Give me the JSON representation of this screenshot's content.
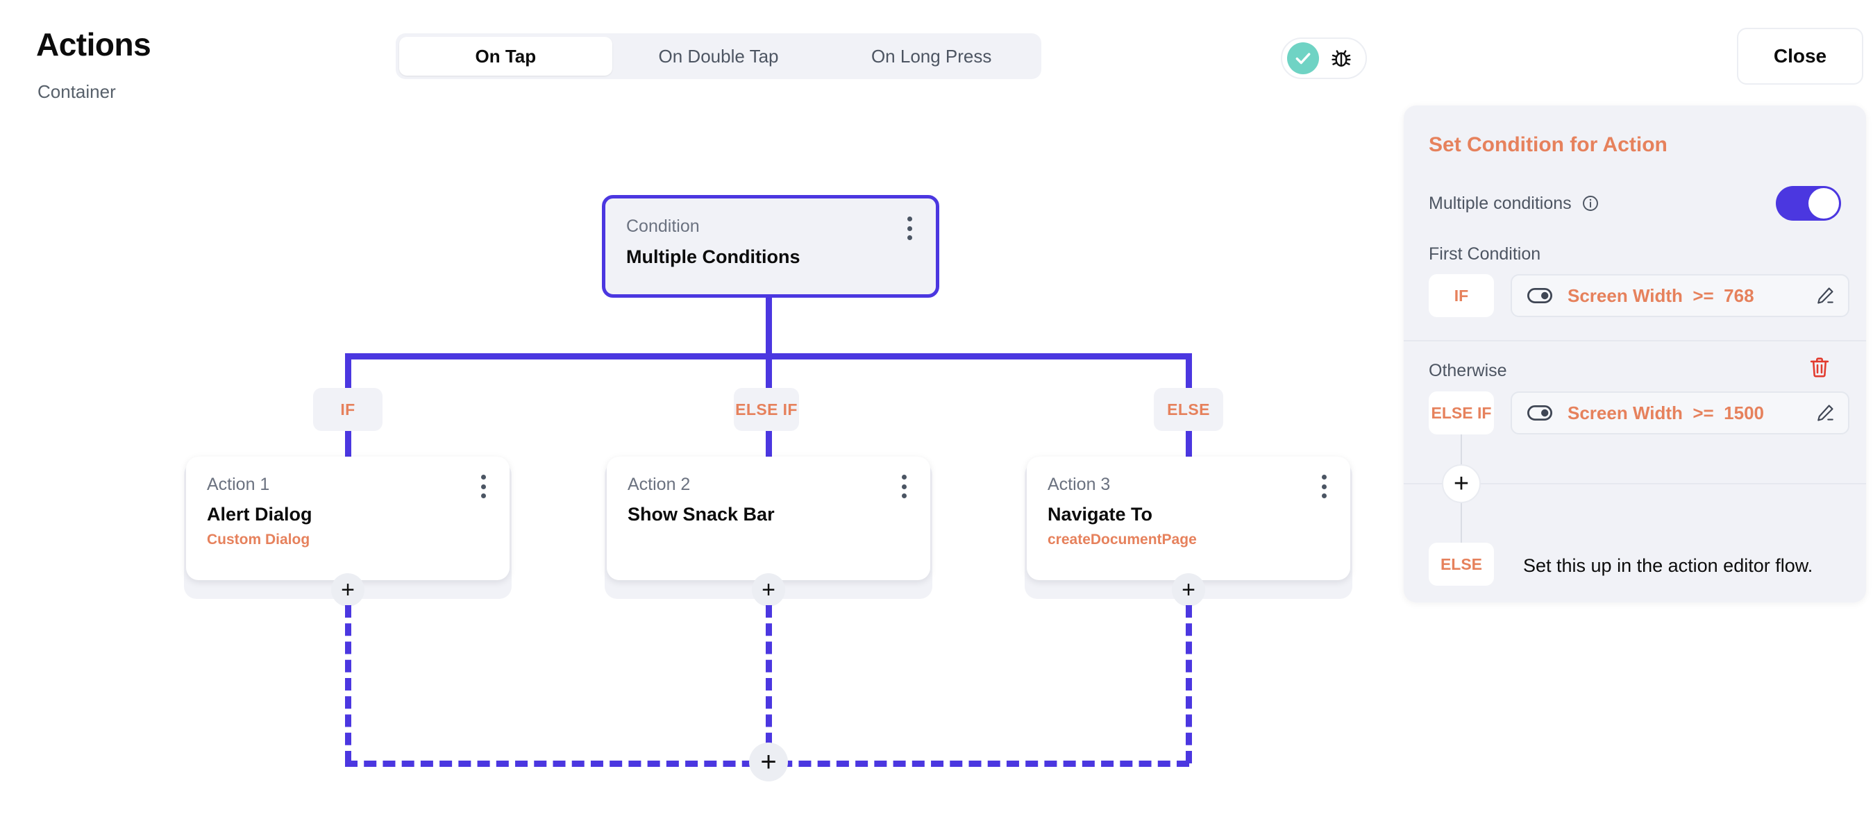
{
  "header": {
    "title": "Actions",
    "subtitle": "Container",
    "close_label": "Close",
    "status_check_icon": "check-circle-icon",
    "bug_icon": "bug-icon"
  },
  "tabs": [
    {
      "label": "On Tap",
      "active": true
    },
    {
      "label": "On Double Tap",
      "active": false
    },
    {
      "label": "On Long Press",
      "active": false
    }
  ],
  "flow": {
    "condition_node": {
      "kicker": "Condition",
      "name": "Multiple Conditions"
    },
    "branch_labels": [
      "IF",
      "ELSE IF",
      "ELSE"
    ],
    "actions": [
      {
        "kicker": "Action 1",
        "name": "Alert Dialog",
        "sub": "Custom Dialog"
      },
      {
        "kicker": "Action 2",
        "name": "Show Snack Bar",
        "sub": ""
      },
      {
        "kicker": "Action 3",
        "name": "Navigate To",
        "sub": "createDocumentPage"
      }
    ],
    "plus_label": "+"
  },
  "panel": {
    "title": "Set Condition for Action",
    "multiple_conditions_label": "Multiple conditions",
    "multiple_conditions_on": true,
    "info_icon": "info-icon",
    "first_condition_label": "First Condition",
    "first_condition": {
      "chip": "IF",
      "expression": "Screen Width  >=  768",
      "toggle_icon": "toggle-right-icon",
      "edit_icon": "pencil-icon"
    },
    "otherwise_label": "Otherwise",
    "delete_icon": "trash-icon",
    "otherwise_condition": {
      "chip": "ELSE IF",
      "expression": "Screen Width  >=  1500",
      "toggle_icon": "toggle-right-icon",
      "edit_icon": "pencil-icon"
    },
    "add_label": "+",
    "else_chip": "ELSE",
    "else_hint": "Set this up in the action editor flow."
  },
  "colors": {
    "accent_indigo": "#4b37e0",
    "accent_orange": "#e6815c",
    "surface_gray": "#f1f2f7",
    "teal": "#6fd3c4",
    "danger_red": "#e23b2e"
  }
}
